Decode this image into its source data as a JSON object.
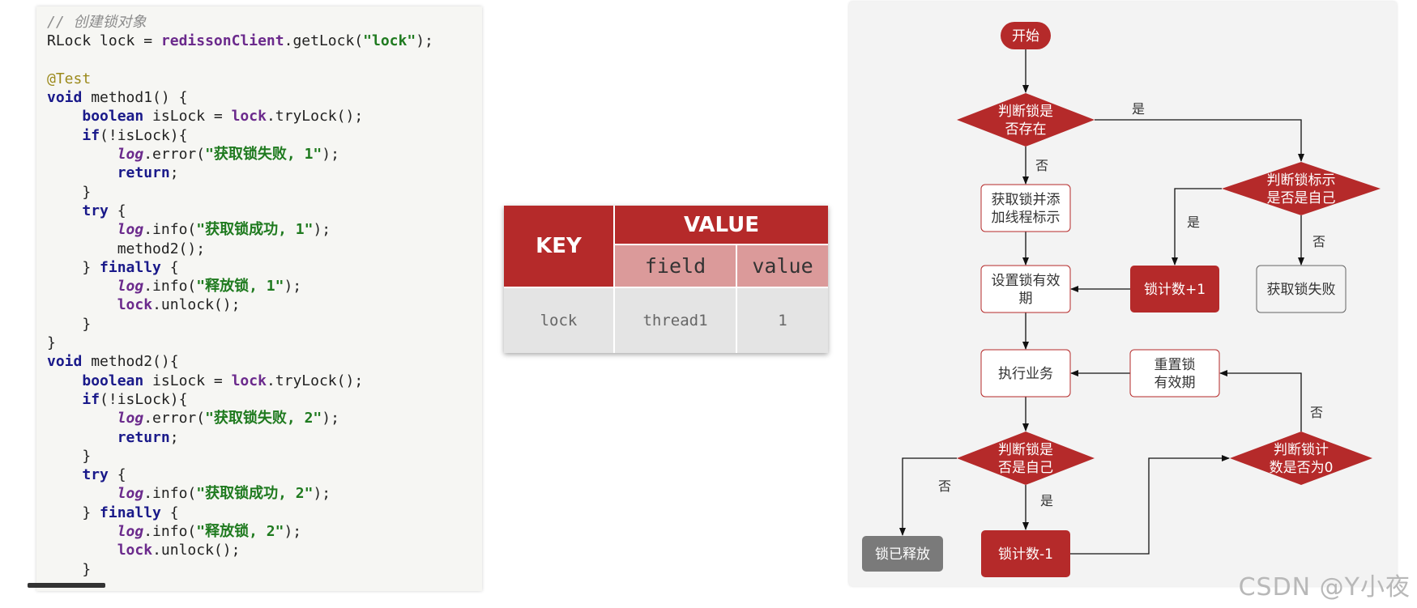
{
  "code": {
    "lines": [
      {
        "segs": [
          {
            "c": "cm",
            "t": "// 创建锁对象"
          }
        ]
      },
      {
        "segs": [
          {
            "c": "",
            "t": "RLock lock = "
          },
          {
            "c": "fd",
            "t": "redissonClient"
          },
          {
            "c": "",
            "t": ".getLock("
          },
          {
            "c": "st",
            "t": "\"lock\""
          },
          {
            "c": "",
            "t": ");"
          }
        ]
      },
      {
        "segs": [
          {
            "c": "",
            "t": ""
          }
        ]
      },
      {
        "segs": [
          {
            "c": "an",
            "t": "@Test"
          }
        ]
      },
      {
        "segs": [
          {
            "c": "kw",
            "t": "void"
          },
          {
            "c": "",
            "t": " method1() {"
          }
        ]
      },
      {
        "segs": [
          {
            "c": "",
            "t": "    "
          },
          {
            "c": "kw",
            "t": "boolean"
          },
          {
            "c": "",
            "t": " isLock = "
          },
          {
            "c": "fd",
            "t": "lock"
          },
          {
            "c": "",
            "t": ".tryLock();"
          }
        ]
      },
      {
        "segs": [
          {
            "c": "",
            "t": "    "
          },
          {
            "c": "kw",
            "t": "if"
          },
          {
            "c": "",
            "t": "(!isLock){"
          }
        ]
      },
      {
        "segs": [
          {
            "c": "",
            "t": "        "
          },
          {
            "c": "lg",
            "t": "log"
          },
          {
            "c": "",
            "t": ".error("
          },
          {
            "c": "st",
            "t": "\"获取锁失败, 1\""
          },
          {
            "c": "",
            "t": ");"
          }
        ]
      },
      {
        "segs": [
          {
            "c": "",
            "t": "        "
          },
          {
            "c": "kw",
            "t": "return"
          },
          {
            "c": "",
            "t": ";"
          }
        ]
      },
      {
        "segs": [
          {
            "c": "",
            "t": "    }"
          }
        ]
      },
      {
        "segs": [
          {
            "c": "",
            "t": "    "
          },
          {
            "c": "kw",
            "t": "try"
          },
          {
            "c": "",
            "t": " {"
          }
        ]
      },
      {
        "segs": [
          {
            "c": "",
            "t": "        "
          },
          {
            "c": "lg",
            "t": "log"
          },
          {
            "c": "",
            "t": ".info("
          },
          {
            "c": "st",
            "t": "\"获取锁成功, 1\""
          },
          {
            "c": "",
            "t": ");"
          }
        ]
      },
      {
        "segs": [
          {
            "c": "",
            "t": "        method2();"
          }
        ]
      },
      {
        "segs": [
          {
            "c": "",
            "t": "    } "
          },
          {
            "c": "kw",
            "t": "finally"
          },
          {
            "c": "",
            "t": " {"
          }
        ]
      },
      {
        "segs": [
          {
            "c": "",
            "t": "        "
          },
          {
            "c": "lg",
            "t": "log"
          },
          {
            "c": "",
            "t": ".info("
          },
          {
            "c": "st",
            "t": "\"释放锁, 1\""
          },
          {
            "c": "",
            "t": ");"
          }
        ]
      },
      {
        "segs": [
          {
            "c": "",
            "t": "        "
          },
          {
            "c": "fd",
            "t": "lock"
          },
          {
            "c": "",
            "t": ".unlock();"
          }
        ]
      },
      {
        "segs": [
          {
            "c": "",
            "t": "    }"
          }
        ]
      },
      {
        "segs": [
          {
            "c": "",
            "t": "}"
          }
        ]
      },
      {
        "segs": [
          {
            "c": "kw",
            "t": "void"
          },
          {
            "c": "",
            "t": " method2(){"
          }
        ]
      },
      {
        "segs": [
          {
            "c": "",
            "t": "    "
          },
          {
            "c": "kw",
            "t": "boolean"
          },
          {
            "c": "",
            "t": " isLock = "
          },
          {
            "c": "fd",
            "t": "lock"
          },
          {
            "c": "",
            "t": ".tryLock();"
          }
        ]
      },
      {
        "segs": [
          {
            "c": "",
            "t": "    "
          },
          {
            "c": "kw",
            "t": "if"
          },
          {
            "c": "",
            "t": "(!isLock){"
          }
        ]
      },
      {
        "segs": [
          {
            "c": "",
            "t": "        "
          },
          {
            "c": "lg",
            "t": "log"
          },
          {
            "c": "",
            "t": ".error("
          },
          {
            "c": "st",
            "t": "\"获取锁失败, 2\""
          },
          {
            "c": "",
            "t": ");"
          }
        ]
      },
      {
        "segs": [
          {
            "c": "",
            "t": "        "
          },
          {
            "c": "kw",
            "t": "return"
          },
          {
            "c": "",
            "t": ";"
          }
        ]
      },
      {
        "segs": [
          {
            "c": "",
            "t": "    }"
          }
        ]
      },
      {
        "segs": [
          {
            "c": "",
            "t": "    "
          },
          {
            "c": "kw",
            "t": "try"
          },
          {
            "c": "",
            "t": " {"
          }
        ]
      },
      {
        "segs": [
          {
            "c": "",
            "t": "        "
          },
          {
            "c": "lg",
            "t": "log"
          },
          {
            "c": "",
            "t": ".info("
          },
          {
            "c": "st",
            "t": "\"获取锁成功, 2\""
          },
          {
            "c": "",
            "t": ");"
          }
        ]
      },
      {
        "segs": [
          {
            "c": "",
            "t": "    } "
          },
          {
            "c": "kw",
            "t": "finally"
          },
          {
            "c": "",
            "t": " {"
          }
        ]
      },
      {
        "segs": [
          {
            "c": "",
            "t": "        "
          },
          {
            "c": "lg",
            "t": "log"
          },
          {
            "c": "",
            "t": ".info("
          },
          {
            "c": "st",
            "t": "\"释放锁, 2\""
          },
          {
            "c": "",
            "t": ");"
          }
        ]
      },
      {
        "segs": [
          {
            "c": "",
            "t": "        "
          },
          {
            "c": "fd",
            "t": "lock"
          },
          {
            "c": "",
            "t": ".unlock();"
          }
        ]
      },
      {
        "segs": [
          {
            "c": "",
            "t": "    }"
          }
        ]
      }
    ]
  },
  "table": {
    "key_header": "KEY",
    "value_header": "VALUE",
    "field_header": "field",
    "value_sub_header": "value",
    "row": {
      "key": "lock",
      "field": "thread1",
      "value": "1"
    }
  },
  "flowchart": {
    "colors": {
      "red": "#b52a2a",
      "gray": "#7a7a7a",
      "box_border": "#b52a2a"
    },
    "nodes": {
      "start": [
        "开始"
      ],
      "d_exists": [
        "判断锁是",
        "否存在"
      ],
      "acquire": [
        "获取锁并添",
        "加线程标示"
      ],
      "d_self": [
        "判断锁标示",
        "是否是自己"
      ],
      "set_expire": [
        "设置锁有效",
        "期"
      ],
      "count_inc": [
        "锁计数+1"
      ],
      "acquire_fail": [
        "获取锁失败"
      ],
      "execute": [
        "执行业务"
      ],
      "reset_expire": [
        "重置锁",
        "有效期"
      ],
      "d_is_self": [
        "判断锁是",
        "否是自己"
      ],
      "d_zero": [
        "判断锁计",
        "数是否为0"
      ],
      "released": [
        "锁已释放"
      ],
      "count_dec": [
        "锁计数-1"
      ]
    },
    "edge_labels": {
      "exists_yes": "是",
      "exists_no": "否",
      "self_yes": "是",
      "self_no": "否",
      "is_self_no": "否",
      "is_self_yes": "是",
      "zero_no": "否"
    }
  },
  "watermark": "CSDN @Y小夜"
}
